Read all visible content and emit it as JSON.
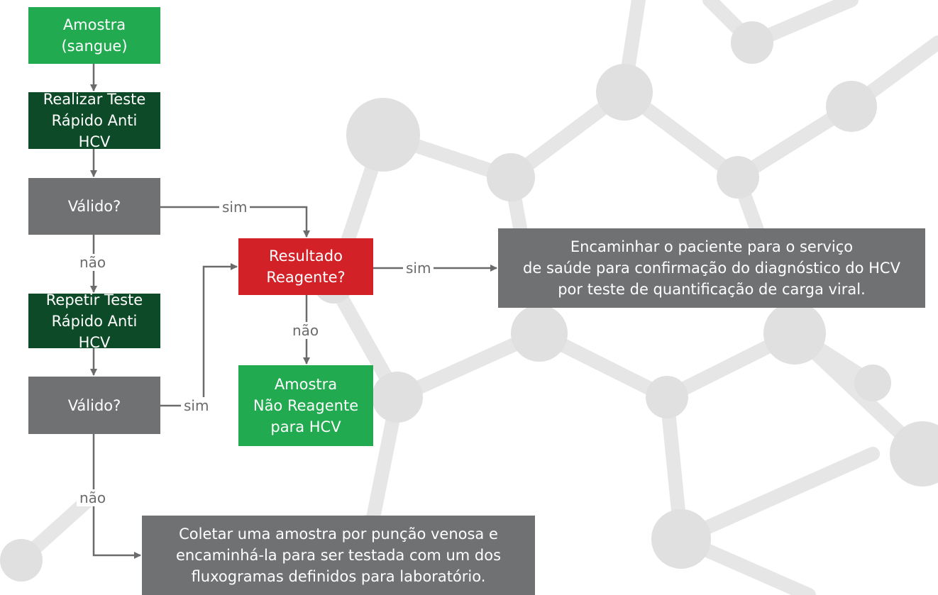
{
  "colors": {
    "start_green": "#21aa4f",
    "action_dark_green": "#0d4a27",
    "decision_gray": "#707173",
    "result_red": "#d32128",
    "connector_gray": "#6b6b6b",
    "background_molecule": "#e4e4e4"
  },
  "nodes": {
    "sample": [
      "Amostra",
      "(sangue)"
    ],
    "rapid_test": [
      "Realizar Teste",
      "Rápido Anti HCV"
    ],
    "valid_1": [
      "Válido?"
    ],
    "repeat_test": [
      "Repetir Teste",
      "Rápido Anti HCV"
    ],
    "valid_2": [
      "Válido?"
    ],
    "reactive_result": [
      "Resultado",
      "Reagente?"
    ],
    "non_reactive_sample": [
      "Amostra",
      "Não Reagente",
      "para HCV"
    ],
    "refer_patient": [
      "Encaminhar o paciente para o serviço",
      "de saúde para confirmação do diagnóstico do HCV",
      "por teste de quantificação de carga viral."
    ],
    "collect_sample": [
      "Coletar uma amostra por punção venosa e",
      "encaminhá-la para ser testada com um dos",
      "fluxogramas definidos para laboratório."
    ]
  },
  "edges": {
    "valid1_yes": "sim",
    "valid1_no": "não",
    "result_yes": "sim",
    "result_no": "não",
    "valid2_yes": "sim",
    "valid2_no": "não"
  }
}
